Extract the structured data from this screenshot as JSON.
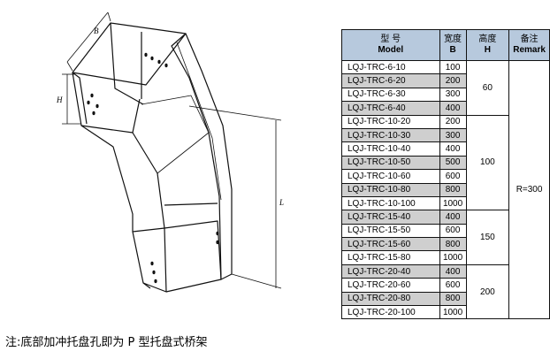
{
  "diagram": {
    "label_B": "B",
    "label_H": "H",
    "label_L": "L"
  },
  "table": {
    "headers": {
      "model_cn": "型 号",
      "model_en": "Model",
      "width_cn": "宽度",
      "width_en": "B",
      "height_cn": "高度",
      "height_en": "H",
      "remark_cn": "备注",
      "remark_en": "Remark"
    },
    "rows": [
      {
        "model": "LQJ-TRC-6-10",
        "width": "100"
      },
      {
        "model": "LQJ-TRC-6-20",
        "width": "200"
      },
      {
        "model": "LQJ-TRC-6-30",
        "width": "300"
      },
      {
        "model": "LQJ-TRC-6-40",
        "width": "400"
      },
      {
        "model": "LQJ-TRC-10-20",
        "width": "200"
      },
      {
        "model": "LQJ-TRC-10-30",
        "width": "300"
      },
      {
        "model": "LQJ-TRC-10-40",
        "width": "400"
      },
      {
        "model": "LQJ-TRC-10-50",
        "width": "500"
      },
      {
        "model": "LQJ-TRC-10-60",
        "width": "600"
      },
      {
        "model": "LQJ-TRC-10-80",
        "width": "800"
      },
      {
        "model": "LQJ-TRC-10-100",
        "width": "1000"
      },
      {
        "model": "LQJ-TRC-15-40",
        "width": "400"
      },
      {
        "model": "LQJ-TRC-15-50",
        "width": "600"
      },
      {
        "model": "LQJ-TRC-15-60",
        "width": "800"
      },
      {
        "model": "LQJ-TRC-15-80",
        "width": "1000"
      },
      {
        "model": "LQJ-TRC-20-40",
        "width": "400"
      },
      {
        "model": "LQJ-TRC-20-60",
        "width": "600"
      },
      {
        "model": "LQJ-TRC-20-80",
        "width": "800"
      },
      {
        "model": "LQJ-TRC-20-100",
        "width": "1000"
      }
    ],
    "heights": [
      "60",
      "100",
      "150",
      "200"
    ],
    "remark": "R=300"
  },
  "note": "注:底部加冲托盘孔即为 P 型托盘式桥架"
}
